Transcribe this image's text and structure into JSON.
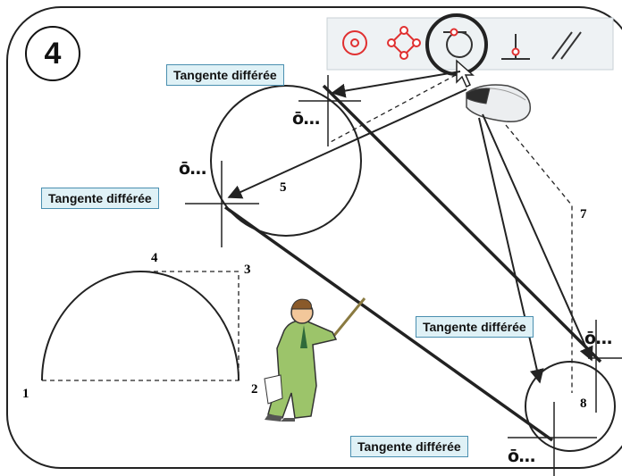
{
  "step_number": "4",
  "snap_label": "Tangente différée",
  "snap_marker": "ō...",
  "point_labels": [
    "1",
    "2",
    "3",
    "4",
    "5",
    "7",
    "8"
  ],
  "toolbar": {
    "tools": [
      "center-snap-icon",
      "quadrant-snap-icon",
      "tangent-snap-icon",
      "perpendicular-snap-icon",
      "parallel-snap-icon"
    ]
  },
  "colors": {
    "tag_fill": "#dff1f6",
    "tag_border": "#4a8fb0",
    "toolbar_fill": "#eef2f4",
    "snap_red": "#e03030"
  }
}
